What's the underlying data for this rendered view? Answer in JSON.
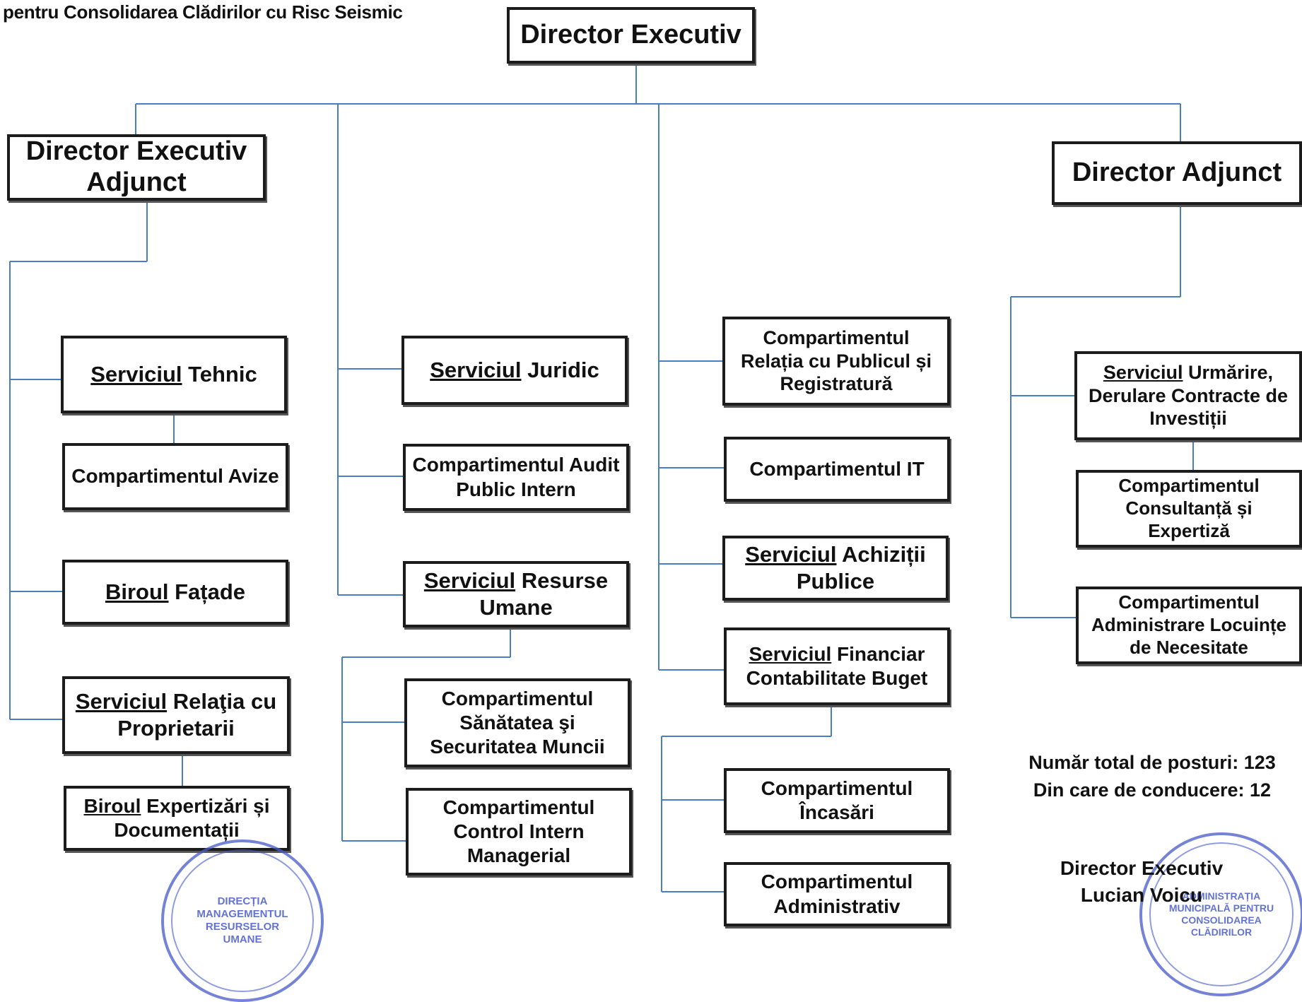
{
  "header": {
    "title": "pentru Consolidarea Clădirilor cu Risc Seismic"
  },
  "boxes": {
    "director_executiv": {
      "label": "Director Executiv"
    },
    "director_executiv_adjunct": {
      "label": "Director Executiv Adjunct"
    },
    "director_adjunct": {
      "label": "Director Adjunct"
    },
    "serviciul_tehnic": {
      "prefix": "Serviciul",
      "rest": "Tehnic"
    },
    "comp_avize": {
      "label": "Compartimentul Avize"
    },
    "biroul_fatade": {
      "prefix": "Biroul",
      "rest": "Fațade"
    },
    "serviciul_relatia_proprietarii": {
      "prefix": "Serviciul",
      "rest": "Relaţia cu Proprietarii"
    },
    "biroul_expertizari": {
      "prefix": "Biroul",
      "rest": "Expertizări și Documentații"
    },
    "serviciul_juridic": {
      "prefix": "Serviciul",
      "rest": "Juridic"
    },
    "comp_audit": {
      "label": "Compartimentul Audit Public Intern"
    },
    "serviciul_resurse_umane": {
      "prefix": "Serviciul",
      "rest": "Resurse Umane"
    },
    "comp_sanatate": {
      "label": "Compartimentul Sănătatea şi Securitatea Muncii"
    },
    "comp_control_intern": {
      "label": "Compartimentul Control Intern Managerial"
    },
    "comp_relatia_publicul": {
      "label": "Compartimentul Relația cu Publicul și Registratură"
    },
    "comp_it": {
      "label": "Compartimentul IT"
    },
    "serviciul_achizitii": {
      "prefix": "Serviciul",
      "rest": "Achiziții Publice"
    },
    "serviciul_financiar": {
      "prefix": "Serviciul",
      "rest": "Financiar Contabilitate Buget"
    },
    "comp_incasari": {
      "label": "Compartimentul Încasări"
    },
    "comp_administrativ": {
      "label": "Compartimentul Administrativ"
    },
    "serviciul_urmarire": {
      "prefix": "Serviciul",
      "rest": "Urmărire, Derulare Contracte de Investiții"
    },
    "comp_consultanta": {
      "label": "Compartimentul Consultanță și Expertiză"
    },
    "comp_locuinte": {
      "label": "Compartimentul Administrare Locuințe de Necesitate"
    }
  },
  "stats": {
    "total_posts": "Număr total de posturi: 123",
    "management_posts": "Din care de conducere: 12"
  },
  "signature": {
    "role": "Director Executiv",
    "name": "Lucian Voicu"
  },
  "stamps": {
    "left": {
      "lines": [
        "DIRECȚIA",
        "MANAGEMENTUL",
        "RESURSELOR",
        "UMANE"
      ]
    },
    "right": {
      "lines": [
        "ADMINISTRAȚIA",
        "MUNICIPALĂ PENTRU",
        "CONSOLIDAREA",
        "CLĂDIRILOR"
      ]
    }
  },
  "colors": {
    "connector": "#4a7fbf",
    "box_border": "#1c1c1c",
    "stamp": "#4a5ac8"
  }
}
